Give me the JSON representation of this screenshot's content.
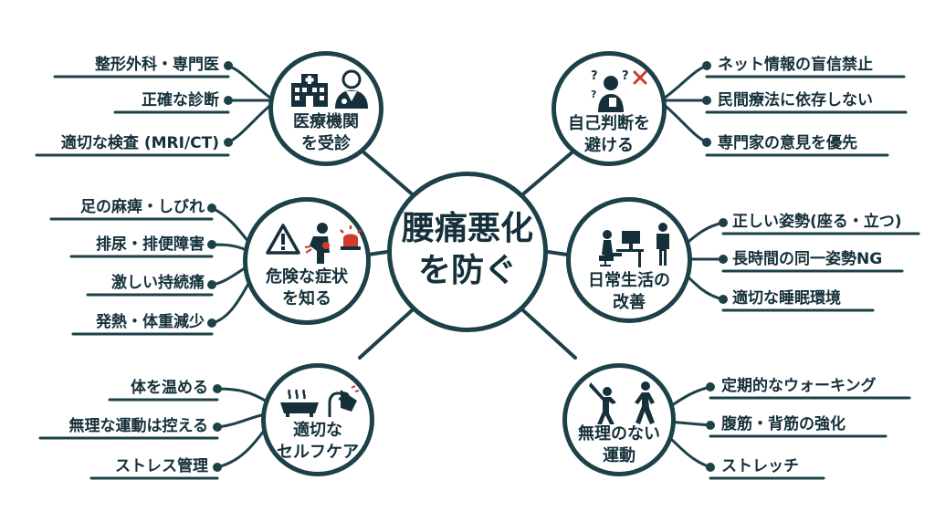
{
  "center": {
    "line1": "腰痛悪化",
    "line2": "を防ぐ"
  },
  "nodes": {
    "medical": {
      "title1": "医療機関",
      "title2": "を受診",
      "icons": [
        "hospital-icon",
        "doctor-icon"
      ],
      "items": [
        "整形外科・専門医",
        "正確な診断",
        "適切な検査 (MRI/CT)"
      ]
    },
    "danger": {
      "title1": "危険な症状",
      "title2": "を知る",
      "icons": [
        "warning-icon",
        "back-pain-person-icon",
        "alarm-light-icon"
      ],
      "items": [
        "足の麻痺・しびれ",
        "排尿・排便障害",
        "激しい持続痛",
        "発熱・体重減少"
      ]
    },
    "selfcare": {
      "title1": "適切な",
      "title2": "セルフケア",
      "icons": [
        "bathtub-icon",
        "massage-hand-icon"
      ],
      "items": [
        "体を温める",
        "無理な運動は控える",
        "ストレス管理"
      ]
    },
    "avoid": {
      "title1": "自己判断を",
      "title2": "避ける",
      "icons": [
        "confused-person-icon",
        "x-mark-icon"
      ],
      "items": [
        "ネット情報の盲信禁止",
        "民間療法に依存しない",
        "専門家の意見を優先"
      ]
    },
    "daily": {
      "title1": "日常生活の",
      "title2": "改善",
      "icons": [
        "desk-worker-icon",
        "standing-person-icon"
      ],
      "items": [
        "正しい姿勢(座る・立つ)",
        "長時間の同一姿勢NG",
        "適切な睡眠環境"
      ]
    },
    "exercise": {
      "title1": "無理のない",
      "title2": "運動",
      "icons": [
        "stretching-person-icon",
        "walking-person-icon"
      ],
      "items": [
        "定期的なウォーキング",
        "腹筋・背筋の強化",
        "ストレッチ"
      ]
    }
  },
  "colors": {
    "line": "#1c4148",
    "text": "#15303a",
    "accent": "#d03a2f"
  }
}
